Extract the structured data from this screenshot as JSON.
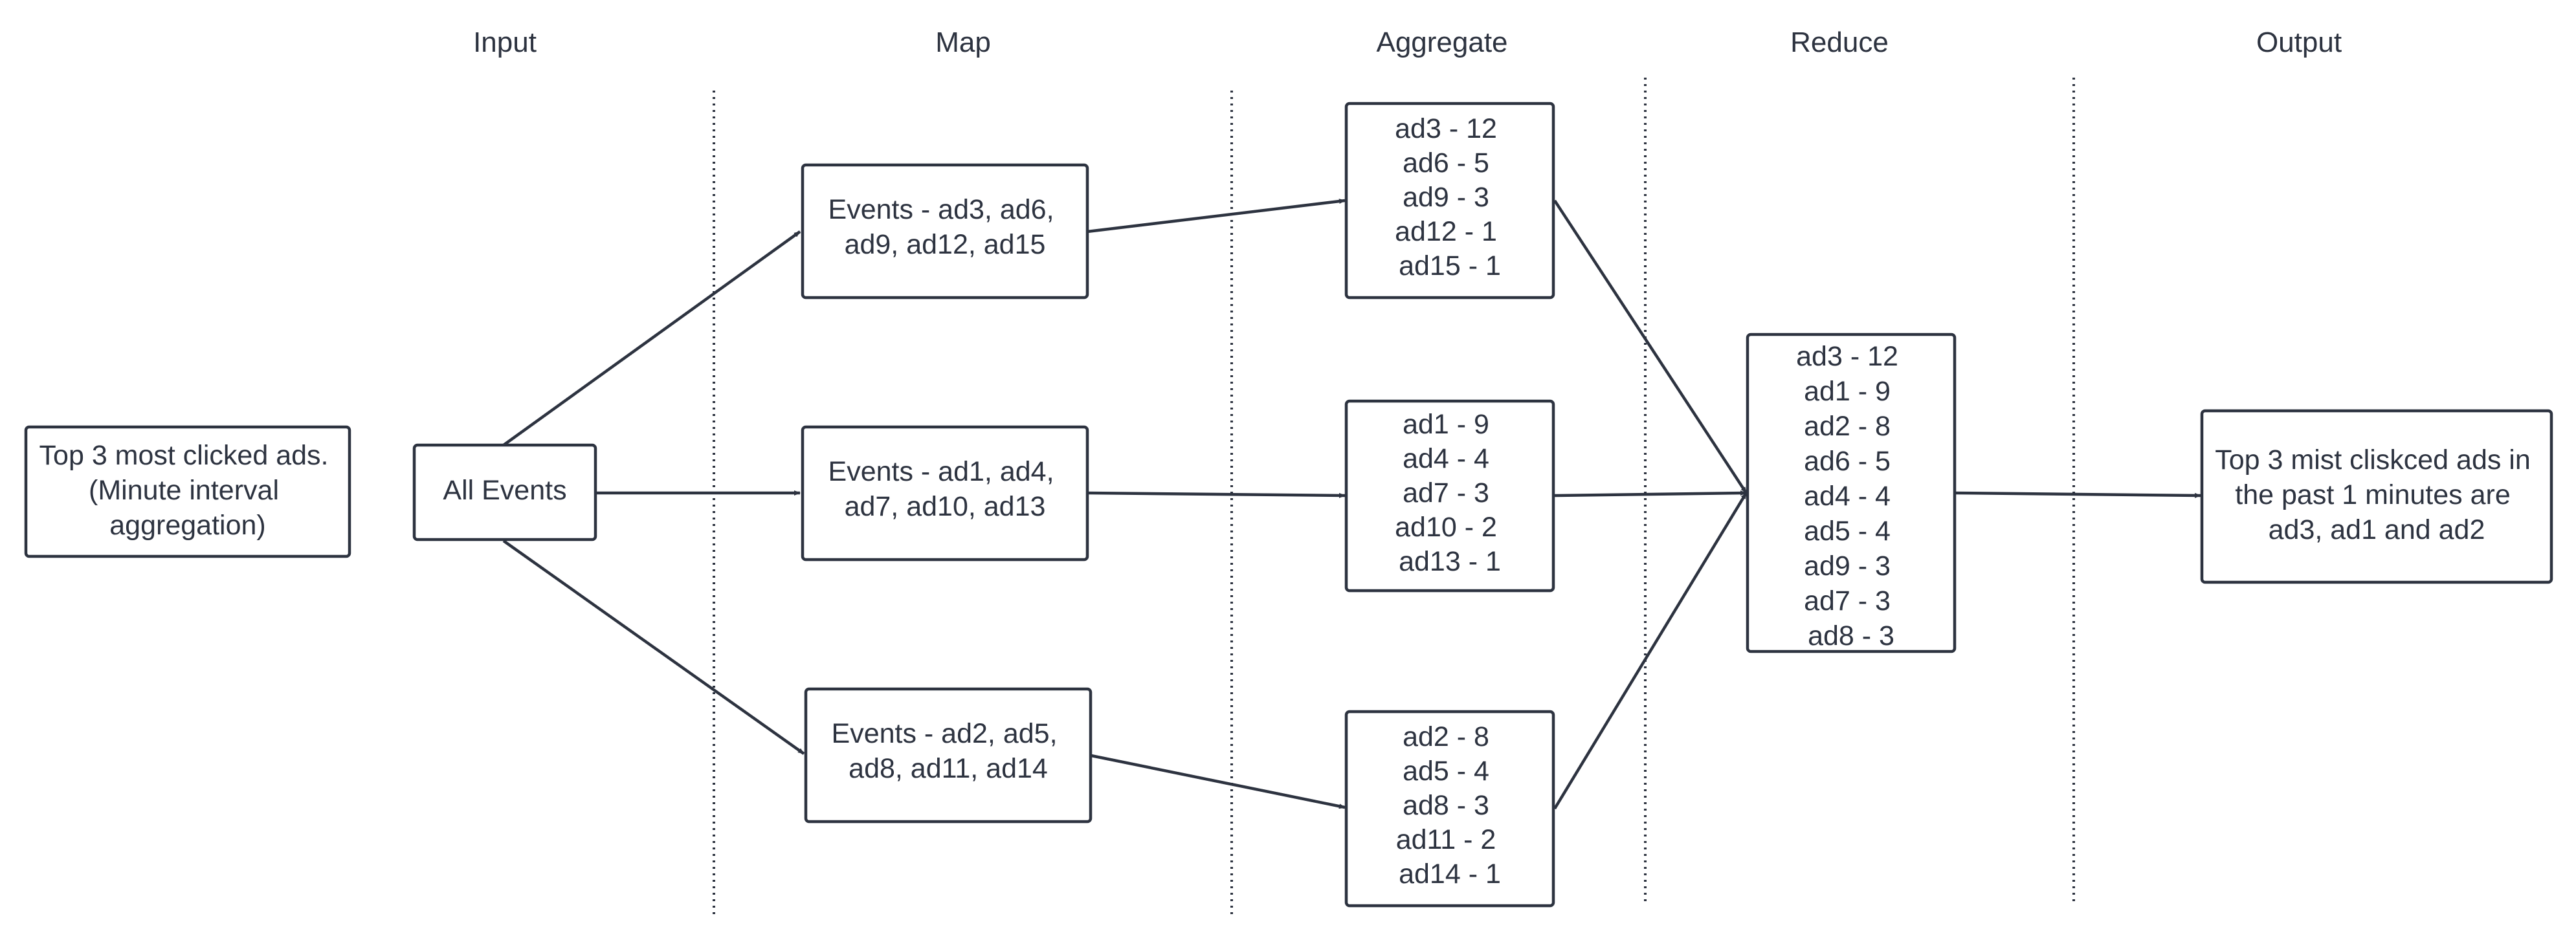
{
  "colors": {
    "ink": "#2d3340",
    "background": "#ffffff"
  },
  "stages": {
    "input": "Input",
    "map": "Map",
    "aggregate": "Aggregate",
    "reduce": "Reduce",
    "output": "Output"
  },
  "nodes": {
    "query": [
      "Top 3 most clicked ads.",
      "(Minute interval",
      "aggregation)"
    ],
    "all_events": [
      "All Events"
    ],
    "map1": [
      "Events - ad3, ad6,",
      "ad9, ad12, ad15"
    ],
    "map2": [
      "Events - ad1, ad4,",
      "ad7, ad10, ad13"
    ],
    "map3": [
      "Events - ad2, ad5,",
      "ad8, ad11, ad14"
    ],
    "agg1": [
      "ad3 - 12",
      "ad6 - 5",
      "ad9 - 3",
      "ad12 - 1",
      "ad15 - 1"
    ],
    "agg2": [
      "ad1 - 9",
      "ad4 - 4",
      "ad7 - 3",
      "ad10 - 2",
      "ad13 - 1"
    ],
    "agg3": [
      "ad2 - 8",
      "ad5 - 4",
      "ad8 - 3",
      "ad11 - 2",
      "ad14 - 1"
    ],
    "reduce": [
      "ad3 - 12",
      "ad1 - 9",
      "ad2 - 8",
      "ad6 - 5",
      "ad4 - 4",
      "ad5 - 4",
      "ad9 - 3",
      "ad7 - 3",
      "ad8 - 3"
    ],
    "output": [
      "Top 3 mist cliskced ads in",
      "the past 1 minutes are",
      "ad3, ad1 and ad2"
    ]
  }
}
